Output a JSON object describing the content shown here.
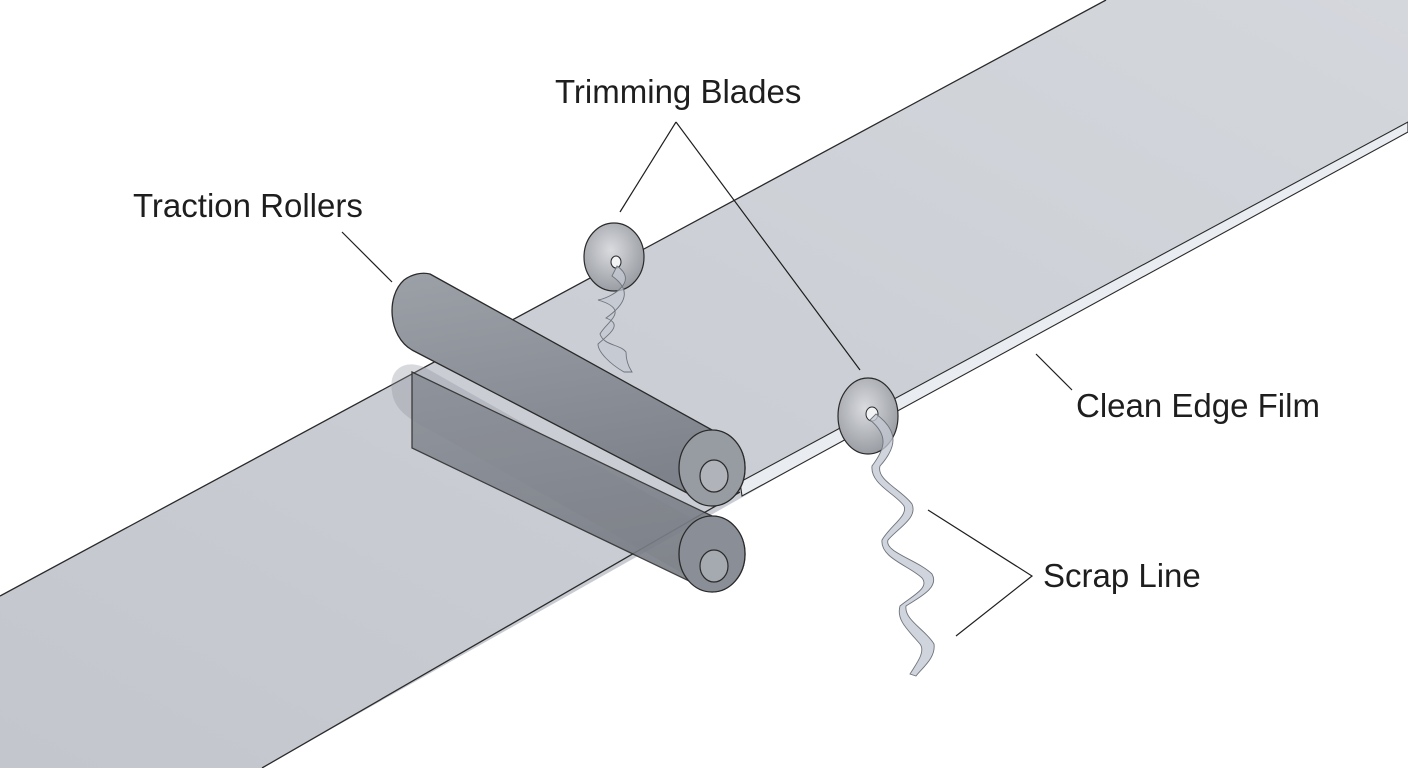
{
  "labels": {
    "traction_rollers": "Traction Rollers",
    "trimming_blades": "Trimming Blades",
    "clean_edge_film": "Clean Edge Film",
    "scrap_line": "Scrap Line"
  },
  "colors": {
    "film": "#c7cad1",
    "film_edge": "#b6bac2",
    "roller": "#8f939b",
    "roller_dark": "#7b7f87",
    "blade": "#a9acb2",
    "scrap": "#c3c8d2",
    "leader": "#1e1e1e"
  }
}
